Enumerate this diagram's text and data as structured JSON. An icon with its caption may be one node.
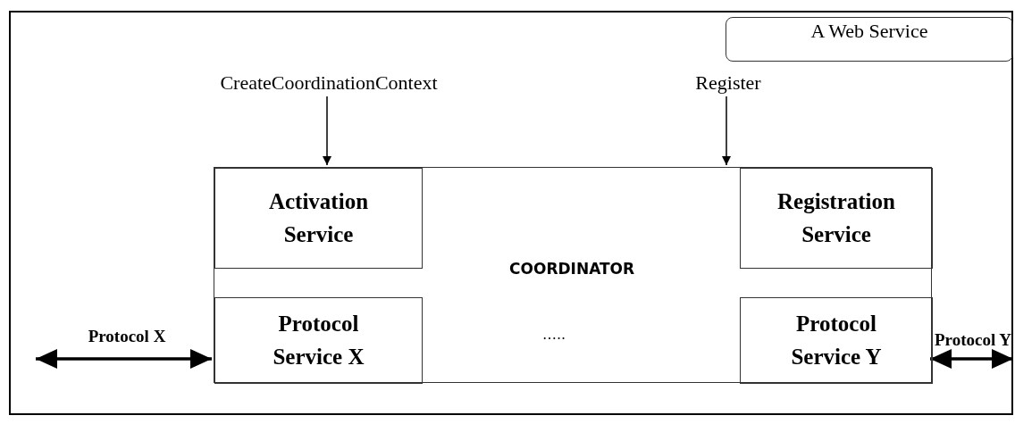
{
  "diagram": {
    "nodes": [
      {
        "text": [
          "A Web Service"
        ]
      },
      {
        "text": [
          "COORDINATOR"
        ],
        "in": 0
      },
      {
        "text": [
          "Activation Service"
        ],
        "in": 1
      },
      {
        "text": [
          "Registration Service"
        ],
        "in": 1
      },
      {
        "text": [
          "Protocol Service X"
        ],
        "in": 1
      },
      {
        "text": [
          "Protocol Service Y"
        ],
        "in": 1
      },
      {
        "text": [
          "CreateCoordinationContext"
        ],
        "in": 0
      },
      {
        "text": [
          "Register"
        ],
        "in": 0
      }
    ],
    "edges": [
      {
        "from": 6,
        "to": 2,
        "arrow": "to"
      },
      {
        "from": 7,
        "to": 3,
        "arrow": "to"
      },
      {
        "from": null,
        "to": 4,
        "arrow": "both",
        "label": "Protocol X",
        "style": "thick"
      },
      {
        "from": 5,
        "to": null,
        "arrow": "both",
        "label": "Protocol Y",
        "style": "thick"
      }
    ],
    "labels": [
      "….."
    ]
  }
}
